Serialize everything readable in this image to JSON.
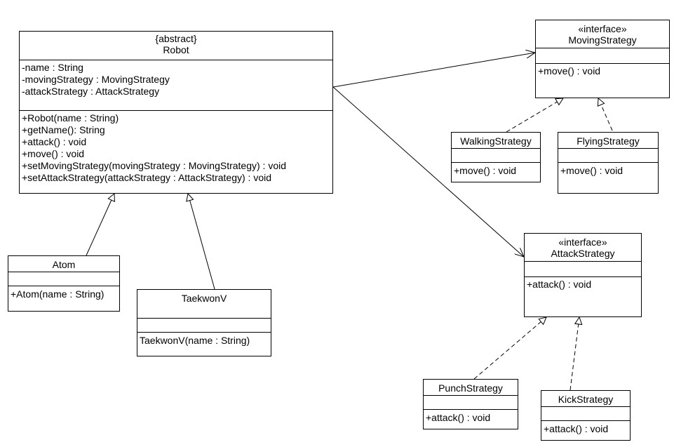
{
  "classes": {
    "robot": {
      "stereotype": "{abstract}",
      "name": "Robot",
      "attributes": [
        "-name : String",
        "-movingStrategy :  MovingStrategy",
        "-attackStrategy : AttackStrategy"
      ],
      "operations": [
        "+Robot(name : String)",
        "+getName(): String",
        "+attack() : void",
        "+move() : void",
        "+setMovingStrategy(movingStrategy : MovingStrategy) : void",
        "+setAttackStrategy(attackStrategy : AttackStrategy) : void"
      ]
    },
    "moving": {
      "stereotype": "«interface»",
      "name": "MovingStrategy",
      "operations": [
        "+move() : void"
      ]
    },
    "walking": {
      "name": "WalkingStrategy",
      "operations": [
        "+move() : void"
      ]
    },
    "flying": {
      "name": "FlyingStrategy",
      "operations": [
        "+move() : void"
      ]
    },
    "attack": {
      "stereotype": "«interface»",
      "name": "AttackStrategy",
      "operations": [
        "+attack() : void"
      ]
    },
    "punch": {
      "name": "PunchStrategy",
      "operations": [
        "+attack() : void"
      ]
    },
    "kick": {
      "name": "KickStrategy",
      "operations": [
        "+attack() : void"
      ]
    },
    "atom": {
      "name": "Atom",
      "operations": [
        "+Atom(name : String)"
      ]
    },
    "taekwonv": {
      "name": "TaekwonV",
      "operations": [
        "TaekwonV(name : String)"
      ]
    }
  }
}
